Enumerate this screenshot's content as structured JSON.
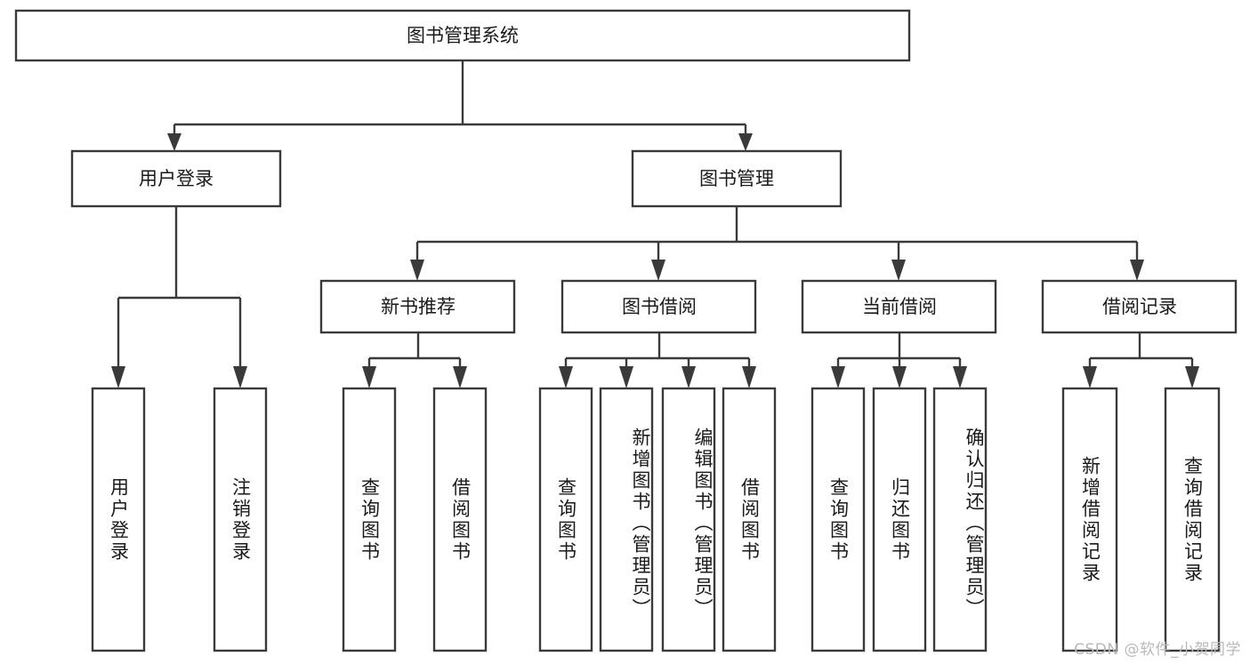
{
  "diagram": {
    "title": "图书管理系统",
    "type": "hierarchy-tree",
    "watermark": "CSDN @软件_小贺同学",
    "colors": {
      "stroke": "#3a3a3a",
      "fill": "#ffffff",
      "text": "#1a1a1a",
      "watermark": "#b9b9b9"
    },
    "root": {
      "label": "图书管理系统"
    },
    "level2": [
      {
        "label": "用户登录"
      },
      {
        "label": "图书管理"
      }
    ],
    "level3": [
      {
        "label": "新书推荐"
      },
      {
        "label": "图书借阅"
      },
      {
        "label": "当前借阅"
      },
      {
        "label": "借阅记录"
      }
    ],
    "leaves": {
      "user_login": [
        {
          "label": "用户登录"
        },
        {
          "label": "注销登录"
        }
      ],
      "new_book_recommend": [
        {
          "label": "查询图书"
        },
        {
          "label": "借阅图书"
        }
      ],
      "book_borrow": [
        {
          "label": "查询图书"
        },
        {
          "label": "新增图书（管理员）"
        },
        {
          "label": "编辑图书（管理员）"
        },
        {
          "label": "借阅图书"
        }
      ],
      "current_borrow": [
        {
          "label": "查询图书"
        },
        {
          "label": "归还图书"
        },
        {
          "label": "确认归还（管理员）"
        }
      ],
      "borrow_record": [
        {
          "label": "新增借阅记录"
        },
        {
          "label": "查询借阅记录"
        }
      ]
    }
  }
}
